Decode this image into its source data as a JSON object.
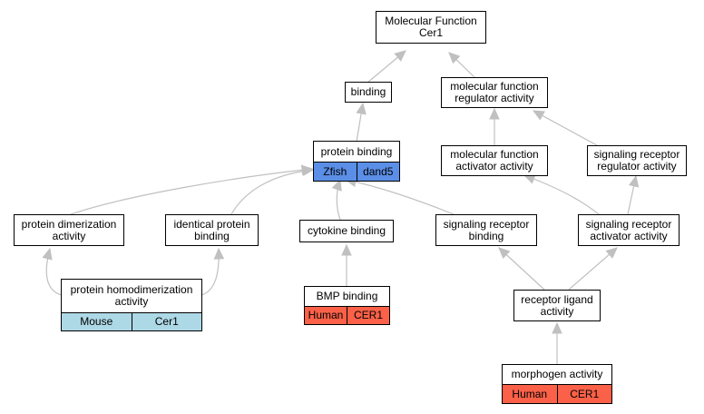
{
  "nodes": {
    "molecular_function": {
      "label": "Molecular Function\nCer1"
    },
    "binding": {
      "label": "binding"
    },
    "mf_regulator": {
      "label": "molecular function\nregulator activity"
    },
    "protein_binding": {
      "label": "protein binding",
      "tags": [
        "Zfish",
        "dand5"
      ],
      "tag_color": "#5b8ee6"
    },
    "mf_activator": {
      "label": "molecular function\nactivator activity"
    },
    "sr_regulator": {
      "label": "signaling receptor\nregulator activity"
    },
    "protein_dimerization": {
      "label": "protein dimerization\nactivity"
    },
    "identical_protein_binding": {
      "label": "identical protein\nbinding"
    },
    "cytokine_binding": {
      "label": "cytokine binding"
    },
    "signaling_receptor_binding": {
      "label": "signaling receptor\nbinding"
    },
    "sr_activator": {
      "label": "signaling receptor\nactivator activity"
    },
    "protein_homodimerization": {
      "label": "protein homodimerization\nactivity",
      "tags": [
        "Mouse",
        "Cer1"
      ],
      "tag_color": "#add8e6"
    },
    "bmp_binding": {
      "label": "BMP binding",
      "tags": [
        "Human",
        "CER1"
      ],
      "tag_color": "#fa6148"
    },
    "receptor_ligand": {
      "label": "receptor ligand\nactivity"
    },
    "morphogen": {
      "label": "morphogen activity",
      "tags": [
        "Human",
        "CER1"
      ],
      "tag_color": "#fa6148"
    }
  },
  "edges": [
    [
      "binding",
      "molecular_function"
    ],
    [
      "mf_regulator",
      "molecular_function"
    ],
    [
      "protein_binding",
      "binding"
    ],
    [
      "mf_activator",
      "mf_regulator"
    ],
    [
      "sr_regulator",
      "mf_regulator"
    ],
    [
      "protein_dimerization",
      "protein_binding"
    ],
    [
      "identical_protein_binding",
      "protein_binding"
    ],
    [
      "cytokine_binding",
      "protein_binding"
    ],
    [
      "signaling_receptor_binding",
      "protein_binding"
    ],
    [
      "sr_activator",
      "mf_activator"
    ],
    [
      "sr_activator",
      "sr_regulator"
    ],
    [
      "protein_homodimerization",
      "protein_dimerization"
    ],
    [
      "protein_homodimerization",
      "identical_protein_binding"
    ],
    [
      "bmp_binding",
      "cytokine_binding"
    ],
    [
      "receptor_ligand",
      "signaling_receptor_binding"
    ],
    [
      "receptor_ligand",
      "sr_activator"
    ],
    [
      "morphogen",
      "receptor_ligand"
    ]
  ],
  "colors": {
    "edge": "#c0c0c0",
    "border": "#000000",
    "background": "#ffffff"
  }
}
